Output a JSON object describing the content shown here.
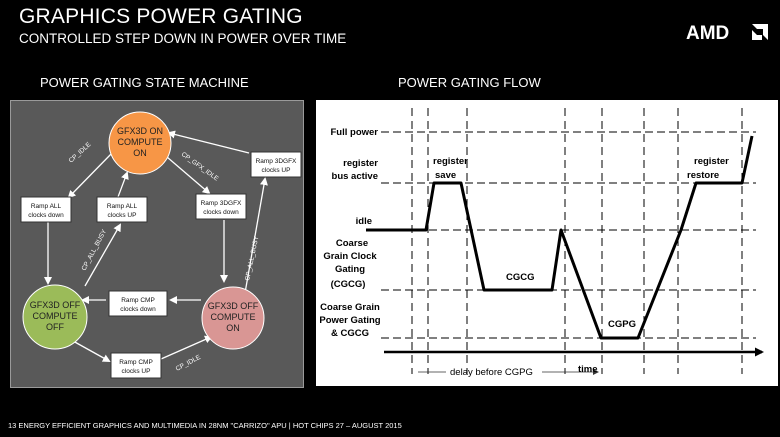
{
  "header": {
    "title": "GRAPHICS POWER GATING",
    "subtitle": "CONTROLLED STEP DOWN IN POWER  OVER TIME",
    "brand": "AMD"
  },
  "left_panel": {
    "heading": "POWER GATING STATE MACHINE",
    "states": {
      "gfx_on": [
        "GFX3D ON",
        "COMPUTE",
        "ON"
      ],
      "gfx_off_compute_off": [
        "GFX3D OFF",
        "COMPUTE",
        "OFF"
      ],
      "gfx_off_compute_on": [
        "GFX3D OFF",
        "COMPUTE",
        "ON"
      ]
    },
    "boxes": {
      "ramp_all_down": [
        "Ramp ALL",
        "clocks down"
      ],
      "ramp_all_up": [
        "Ramp ALL",
        "clocks UP"
      ],
      "ramp_3dgfx_down": [
        "Ramp 3DGFX",
        "clocks down"
      ],
      "ramp_3dgfx_up": [
        "Ramp 3DGFX",
        "clocks UP"
      ],
      "ramp_cmp_down": [
        "Ramp CMP",
        "clocks down"
      ],
      "ramp_cmp_up": [
        "Ramp CMP",
        "clocks UP"
      ]
    },
    "edge_labels": {
      "cp_idle_top": "CP_IDLE",
      "cp_gfx_idle": "CP_GFX_IDLE",
      "cp_all_busy_left": "CP_ALL_BUSY",
      "cp_all_busy_right": "CP_ALL_BUSY",
      "cp_idle_bottom": "CP_IDLE"
    },
    "colors": {
      "on": "#F79646",
      "off": "#9BBB59",
      "off_on": "#D99694"
    }
  },
  "right_panel": {
    "heading": "POWER GATING FLOW",
    "y_labels": {
      "full_power": "Full power",
      "register_bus_active": [
        "register",
        "bus active"
      ],
      "idle": "idle",
      "cgcg": [
        "Coarse",
        "Grain Clock",
        "Gating",
        "(CGCG)"
      ],
      "cgpg": [
        "Coarse Grain",
        "Power Gating",
        "& CGCG"
      ]
    },
    "annotations": {
      "register_save": [
        "register",
        "save"
      ],
      "register_restore": [
        "register",
        "restore"
      ],
      "cgcg": "CGCG",
      "cgpg": "CGPG"
    },
    "axis": {
      "delay": "delay before CGPG",
      "time": "time"
    }
  },
  "footer": {
    "text": "13  ENERGY EFFICIENT GRAPHICS AND MULTIMEDIA IN 28NM \"CARRIZO\" APU | HOT CHIPS 27 – AUGUST 2015"
  }
}
